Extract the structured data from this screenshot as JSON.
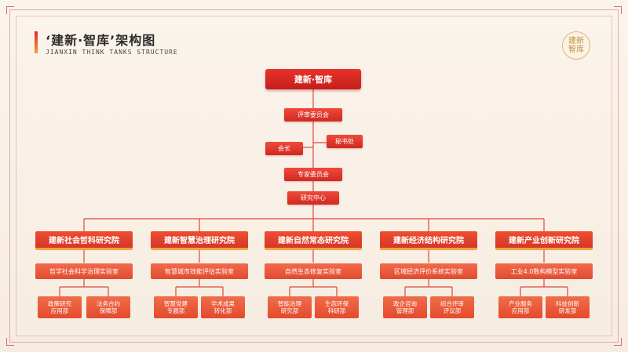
{
  "header": {
    "title": "‘建新·智库’架构图",
    "subtitle": "JIANXIN THINK TANKS STRUCTURE"
  },
  "logo": {
    "line1": "建新",
    "line2": "智库"
  },
  "org": {
    "root": "建新·智库",
    "committee": "评审委员会",
    "secretariat": "秘书处",
    "president": "会长",
    "experts": "专家委员会",
    "center": "研究中心",
    "institutes": [
      {
        "name": "建新社会哲科研究院",
        "lab": "哲学社会科学治理实验室",
        "depts": [
          [
            "政策研究",
            "应用部"
          ],
          [
            "法务合约",
            "保障部"
          ]
        ]
      },
      {
        "name": "建新智慧治理研究院",
        "lab": "智慧城市效能评估实验室",
        "depts": [
          [
            "智慧党建",
            "专题部"
          ],
          [
            "学术成果",
            "转化部"
          ]
        ]
      },
      {
        "name": "建新自然常态研究院",
        "lab": "自然生态修复实验室",
        "depts": [
          [
            "智能治理",
            "研究部"
          ],
          [
            "生态环保",
            "科研部"
          ]
        ]
      },
      {
        "name": "建新经济结构研究院",
        "lab": "区域经济评价系统实验室",
        "depts": [
          [
            "政企咨询",
            "管理部"
          ],
          [
            "综合评审",
            "评议部"
          ]
        ]
      },
      {
        "name": "建新产业创新研究院",
        "lab": "工业4.0数构模型实验室",
        "depts": [
          [
            "产业服务",
            "应用部"
          ],
          [
            "科技创新",
            "研发部"
          ]
        ]
      }
    ]
  },
  "colors": {
    "primary": "#d8281f",
    "accent": "#f0a23c",
    "line": "#e0483a"
  }
}
